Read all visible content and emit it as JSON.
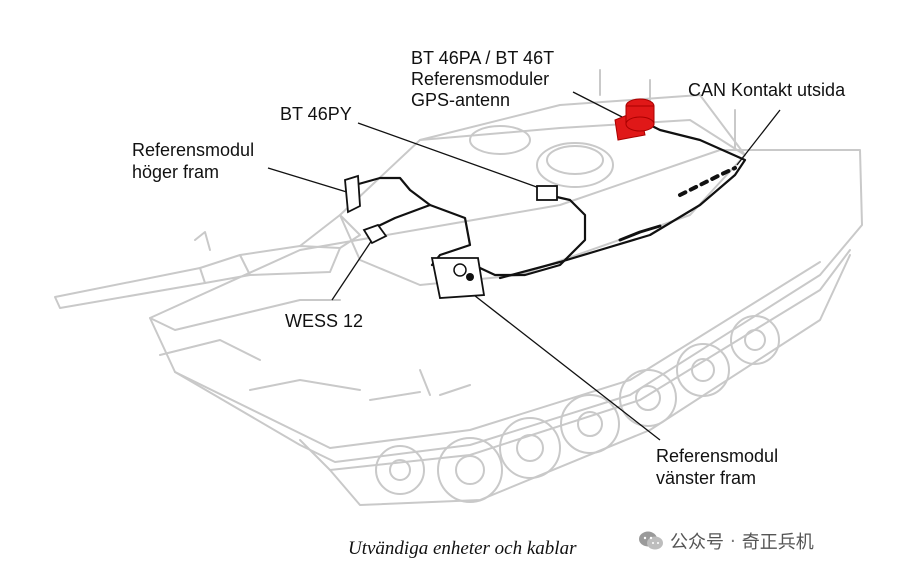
{
  "labels": {
    "bt46pa": "BT 46PA / BT 46T",
    "referensmoduler": "Referensmoduler",
    "gps": "GPS-antenn",
    "can": "CAN Kontakt utsida",
    "bt46py": "BT 46PY",
    "hoger_line1": "Referensmodul",
    "hoger_line2": "höger fram",
    "wess": "WESS 12",
    "vanster_line1": "Referensmodul",
    "vanster_line2": "vänster fram"
  },
  "caption": "Utvändiga enheter och kablar",
  "watermark": {
    "text": "公众号",
    "separator": "·",
    "name": "奇正兵机",
    "icon": "wechat-icon"
  },
  "colors": {
    "outline": "#c9c9c9",
    "cable": "#111111",
    "highlight": "#e01818"
  }
}
